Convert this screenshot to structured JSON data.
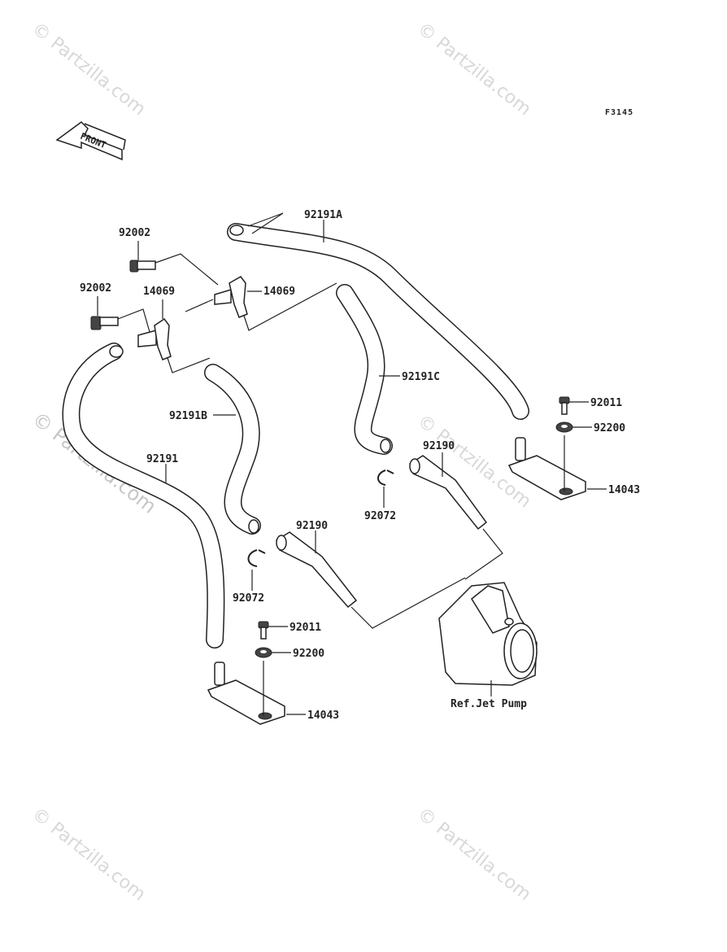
{
  "figure_code": "F3145",
  "front_arrow_label": "FRONT",
  "watermark": "© Partzilla.com",
  "callouts": {
    "hose_92191A": "92191A",
    "bolt_92002_top": "92002",
    "bolt_92002_left": "92002",
    "fitting_14069_left": "14069",
    "fitting_14069_right": "14069",
    "hose_92191C": "92191C",
    "hose_92191B": "92191B",
    "hose_92191": "92191",
    "bolt_92011_right": "92011",
    "washer_92200_right": "92200",
    "cover_14043_right": "14043",
    "pipe_92190_right": "92190",
    "clamp_92072_right": "92072",
    "pipe_92190_center": "92190",
    "clamp_92072_left": "92072",
    "bolt_92011_left": "92011",
    "washer_92200_left": "92200",
    "cover_14043_left": "14043",
    "ref_jet_pump": "Ref.Jet Pump"
  }
}
